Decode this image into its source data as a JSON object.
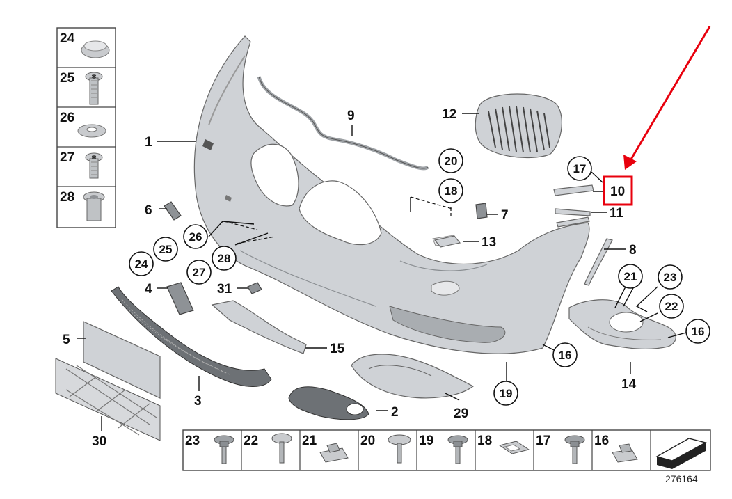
{
  "catalog_number": "276164",
  "highlight_color": "#e8000d",
  "callouts_plain": [
    {
      "id": "c1",
      "text": "1"
    },
    {
      "id": "c2",
      "text": "2"
    },
    {
      "id": "c3",
      "text": "3"
    },
    {
      "id": "c4",
      "text": "4"
    },
    {
      "id": "c5",
      "text": "5"
    },
    {
      "id": "c6",
      "text": "6"
    },
    {
      "id": "c7",
      "text": "7"
    },
    {
      "id": "c8",
      "text": "8"
    },
    {
      "id": "c9",
      "text": "9"
    },
    {
      "id": "c11",
      "text": "11"
    },
    {
      "id": "c12",
      "text": "12"
    },
    {
      "id": "c13",
      "text": "13"
    },
    {
      "id": "c14",
      "text": "14"
    },
    {
      "id": "c15",
      "text": "15"
    },
    {
      "id": "c29",
      "text": "29"
    },
    {
      "id": "c30",
      "text": "30"
    },
    {
      "id": "c31",
      "text": "31"
    }
  ],
  "callouts_circled": [
    {
      "id": "r16a",
      "text": "16"
    },
    {
      "id": "r16b",
      "text": "16"
    },
    {
      "id": "r17",
      "text": "17"
    },
    {
      "id": "r18",
      "text": "18"
    },
    {
      "id": "r19",
      "text": "19"
    },
    {
      "id": "r20",
      "text": "20"
    },
    {
      "id": "r21",
      "text": "21"
    },
    {
      "id": "r22",
      "text": "22"
    },
    {
      "id": "r23",
      "text": "23"
    },
    {
      "id": "r24",
      "text": "24"
    },
    {
      "id": "r25",
      "text": "25"
    },
    {
      "id": "r26",
      "text": "26"
    },
    {
      "id": "r27",
      "text": "27"
    },
    {
      "id": "r28",
      "text": "28"
    }
  ],
  "highlighted_callout": {
    "text": "10"
  },
  "left_legend": [
    {
      "number": "24",
      "icon": "cap-icon"
    },
    {
      "number": "25",
      "icon": "torx-screw-icon"
    },
    {
      "number": "26",
      "icon": "washer-icon"
    },
    {
      "number": "27",
      "icon": "torx-screw-icon"
    },
    {
      "number": "28",
      "icon": "spacer-sleeve-icon"
    }
  ],
  "bottom_legend": [
    {
      "number": "23",
      "icon": "collar-screw-icon"
    },
    {
      "number": "22",
      "icon": "pan-screw-icon"
    },
    {
      "number": "21",
      "icon": "spring-nut-icon"
    },
    {
      "number": "20",
      "icon": "pan-screw-icon"
    },
    {
      "number": "19",
      "icon": "collar-screw-icon"
    },
    {
      "number": "18",
      "icon": "gasket-icon"
    },
    {
      "number": "17",
      "icon": "collar-screw-icon"
    },
    {
      "number": "16",
      "icon": "clip-nut-icon"
    },
    {
      "number": "",
      "icon": "arrow-icon"
    }
  ]
}
